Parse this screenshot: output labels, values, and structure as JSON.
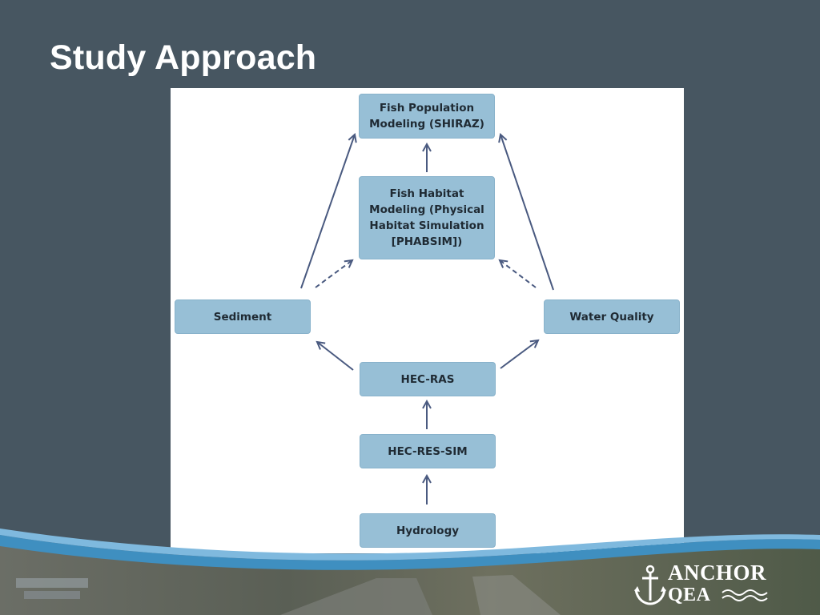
{
  "slide": {
    "title": "Study Approach"
  },
  "diagram": {
    "nodes": {
      "fish_population": "Fish Population\nModeling (SHIRAZ)",
      "fish_habitat": "Fish Habitat\nModeling (Physical\nHabitat Simulation\n[PHABSIM])",
      "sediment": "Sediment",
      "water_quality": "Water Quality",
      "hec_ras": "HEC-RAS",
      "hec_res_sim": "HEC-RES-SIM",
      "hydrology": "Hydrology"
    },
    "edges": [
      {
        "from": "hydrology",
        "to": "hec_res_sim",
        "style": "solid"
      },
      {
        "from": "hec_res_sim",
        "to": "hec_ras",
        "style": "solid"
      },
      {
        "from": "hec_ras",
        "to": "sediment",
        "style": "solid"
      },
      {
        "from": "hec_ras",
        "to": "water_quality",
        "style": "solid"
      },
      {
        "from": "sediment",
        "to": "fish_habitat",
        "style": "dashed"
      },
      {
        "from": "water_quality",
        "to": "fish_habitat",
        "style": "dashed"
      },
      {
        "from": "sediment",
        "to": "fish_population",
        "style": "solid"
      },
      {
        "from": "water_quality",
        "to": "fish_population",
        "style": "solid"
      },
      {
        "from": "fish_habitat",
        "to": "fish_population",
        "style": "solid"
      }
    ],
    "colors": {
      "node_fill": "#97bfd6",
      "arrow": "#4a5a80",
      "panel": "#ffffff"
    }
  },
  "logo": {
    "line1": "ANCHOR",
    "line2": "QEA"
  }
}
